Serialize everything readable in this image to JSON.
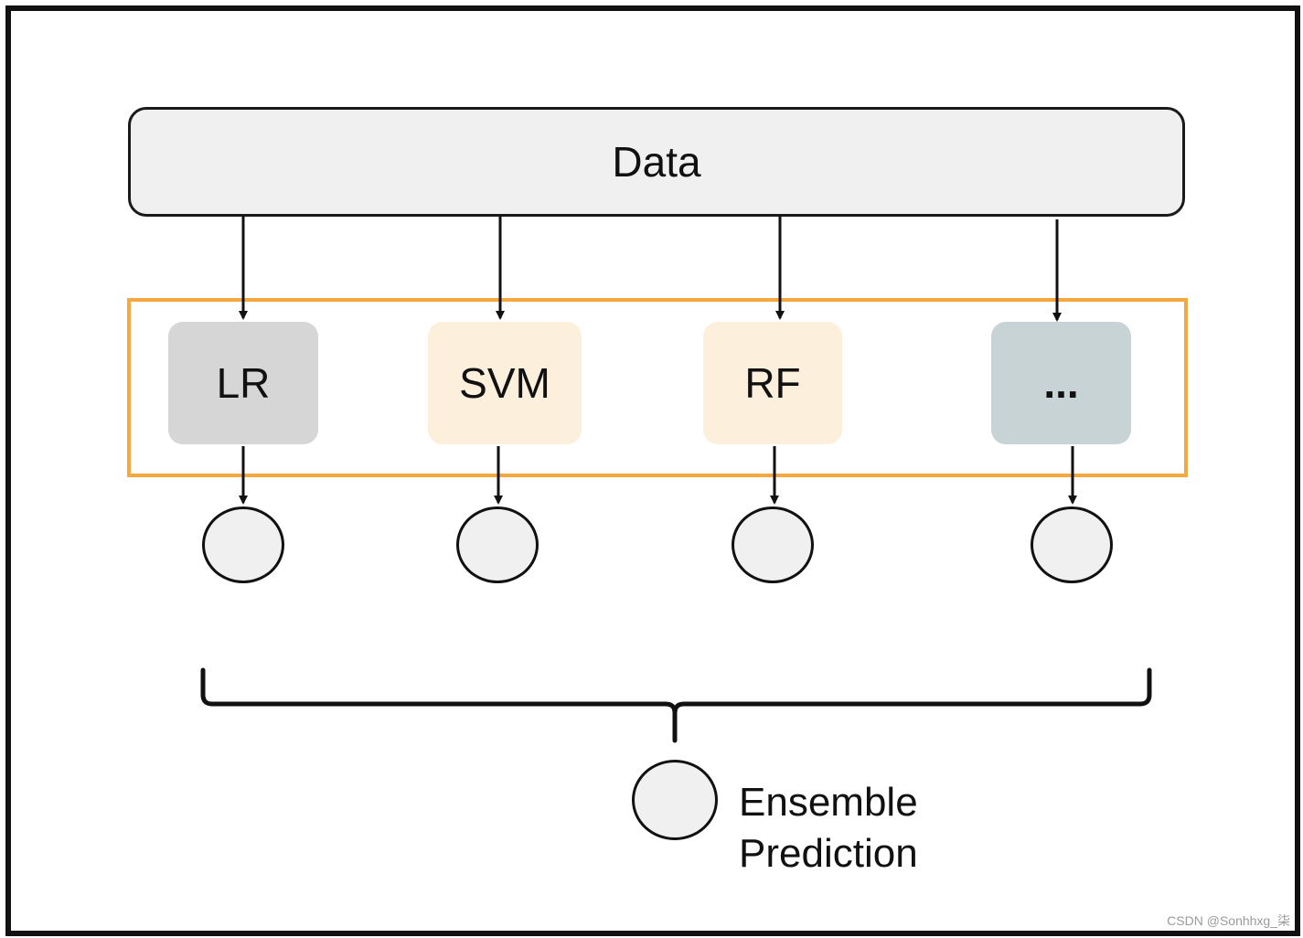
{
  "diagram": {
    "data_label": "Data",
    "models": [
      {
        "label": "LR",
        "color": "#d6d6d6"
      },
      {
        "label": "SVM",
        "color": "#fcefdc"
      },
      {
        "label": "RF",
        "color": "#fcefdc"
      },
      {
        "label": "...",
        "color": "#c8d3d6"
      }
    ],
    "group_border_color": "#f5a83f",
    "ensemble": {
      "line1": "Ensemble",
      "line2": "Prediction"
    }
  },
  "watermark": "CSDN @Sonhhxg_柒"
}
